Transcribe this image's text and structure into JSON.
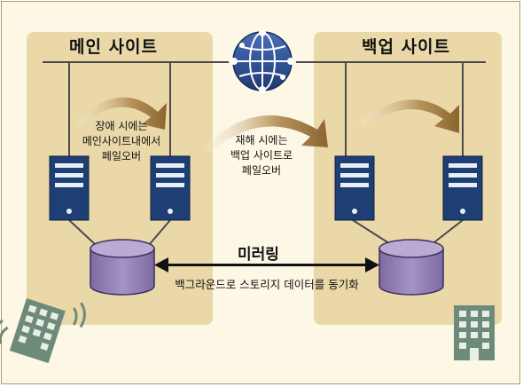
{
  "sites": {
    "main": {
      "title": "메인 사이트"
    },
    "backup": {
      "title": "백업 사이트"
    }
  },
  "labels": {
    "main_failover": "장애 시에는\n메인사이트내에서\n페일오버",
    "disaster_failover": "재해 시에는\n백업 사이트로\n페일오버",
    "mirroring_title": "미러링",
    "mirroring_desc": "백그라운드로 스토리지 데이터를 동기화"
  },
  "colors": {
    "site_background": "#ead8a8",
    "server": "#23457a",
    "storage": "#8f7cb0",
    "arrow": "#9a7340",
    "building": "#6e8b7a",
    "globe": "#2d4f8e"
  },
  "icons": [
    "globe-icon",
    "server-icon",
    "storage-icon",
    "building-icon",
    "double-arrow-icon",
    "curved-arrow-icon"
  ]
}
